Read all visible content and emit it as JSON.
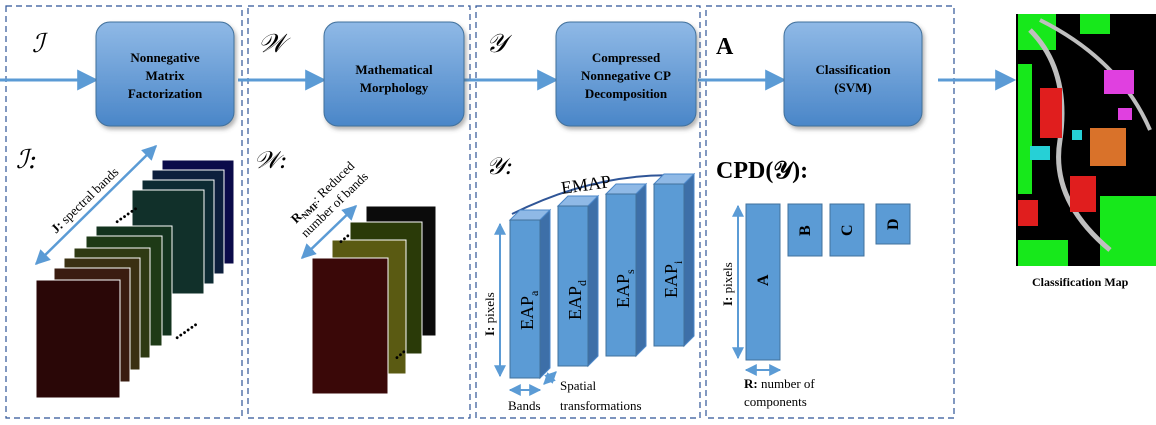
{
  "stages": [
    {
      "symbol": "ℐ",
      "symbol_label": "ℐ:",
      "box": [
        "Nonnegative",
        "Matrix",
        "Factorization"
      ]
    },
    {
      "symbol": "𝒲",
      "symbol_label": "𝒲:",
      "box": [
        "Mathematical",
        "Morphology"
      ]
    },
    {
      "symbol": "𝒴",
      "symbol_label": "𝒴:",
      "box": [
        "Compressed",
        "Nonnegative CP",
        "Decomposition"
      ]
    },
    {
      "symbol": "A",
      "symbol_label": "CPD(𝒴):",
      "box": [
        "Classification",
        "(SVM)"
      ]
    }
  ],
  "panel1": {
    "axis_label_bold": "J:",
    "axis_label_rest": " spectral bands",
    "dots": "......"
  },
  "panel2": {
    "r_main": "R",
    "r_sub": "NMF",
    "r_rest": ": Reduced",
    "r_line2": "number of bands",
    "dots": "..."
  },
  "panel3": {
    "emap": "EMAP",
    "pixels_bold": "I:",
    "pixels_rest": " pixels",
    "eaps": [
      {
        "main": "EAP",
        "sub": "a"
      },
      {
        "main": "EAP",
        "sub": "d"
      },
      {
        "main": "EAP",
        "sub": "s"
      },
      {
        "main": "EAP",
        "sub": "i"
      }
    ],
    "bands": "Bands",
    "spatial": [
      "Spatial",
      "transformations"
    ]
  },
  "panel4": {
    "pixels_bold": "I:",
    "pixels_rest": " pixels",
    "factors": [
      "A",
      "B",
      "C",
      "D"
    ],
    "r_bold": "R:",
    "r_rest": " number of",
    "r_line2": "components"
  },
  "output_label": "Classification Map",
  "colors": {
    "box": "#5b9bd5",
    "arrow": "#5b9bd5",
    "dash": "#2f5597"
  }
}
